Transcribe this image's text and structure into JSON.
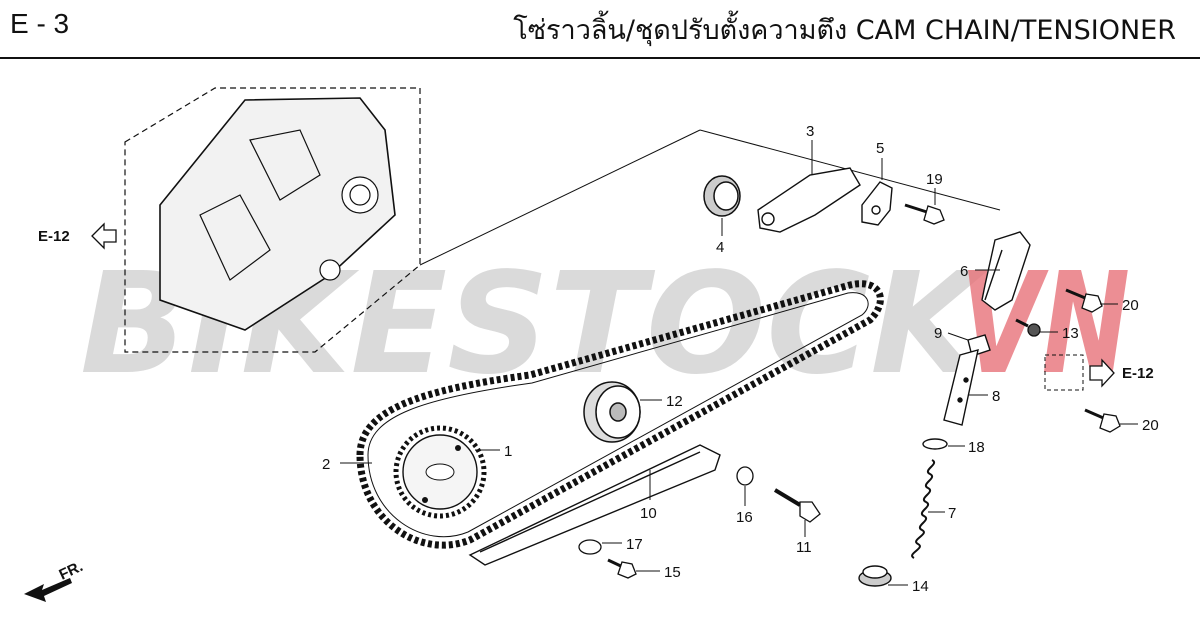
{
  "header": {
    "page_code": "E - 3",
    "title": "โซ่ราวลิ้น/ชุดปรับตั้งความตึง  CAM CHAIN/TENSIONER"
  },
  "watermark": {
    "text_gray": "BIKESTOCK",
    "text_red": "VN"
  },
  "references": {
    "left": "E-12",
    "right": "E-12"
  },
  "front_marker": "FR.",
  "callouts": [
    "1",
    "2",
    "3",
    "4",
    "5",
    "6",
    "7",
    "8",
    "9",
    "10",
    "11",
    "12",
    "13",
    "14",
    "15",
    "16",
    "17",
    "18",
    "19",
    "20",
    "20"
  ],
  "colors": {
    "watermark_gray": "#cfcfcf",
    "watermark_red": "#e45b63",
    "ink": "#111111"
  }
}
